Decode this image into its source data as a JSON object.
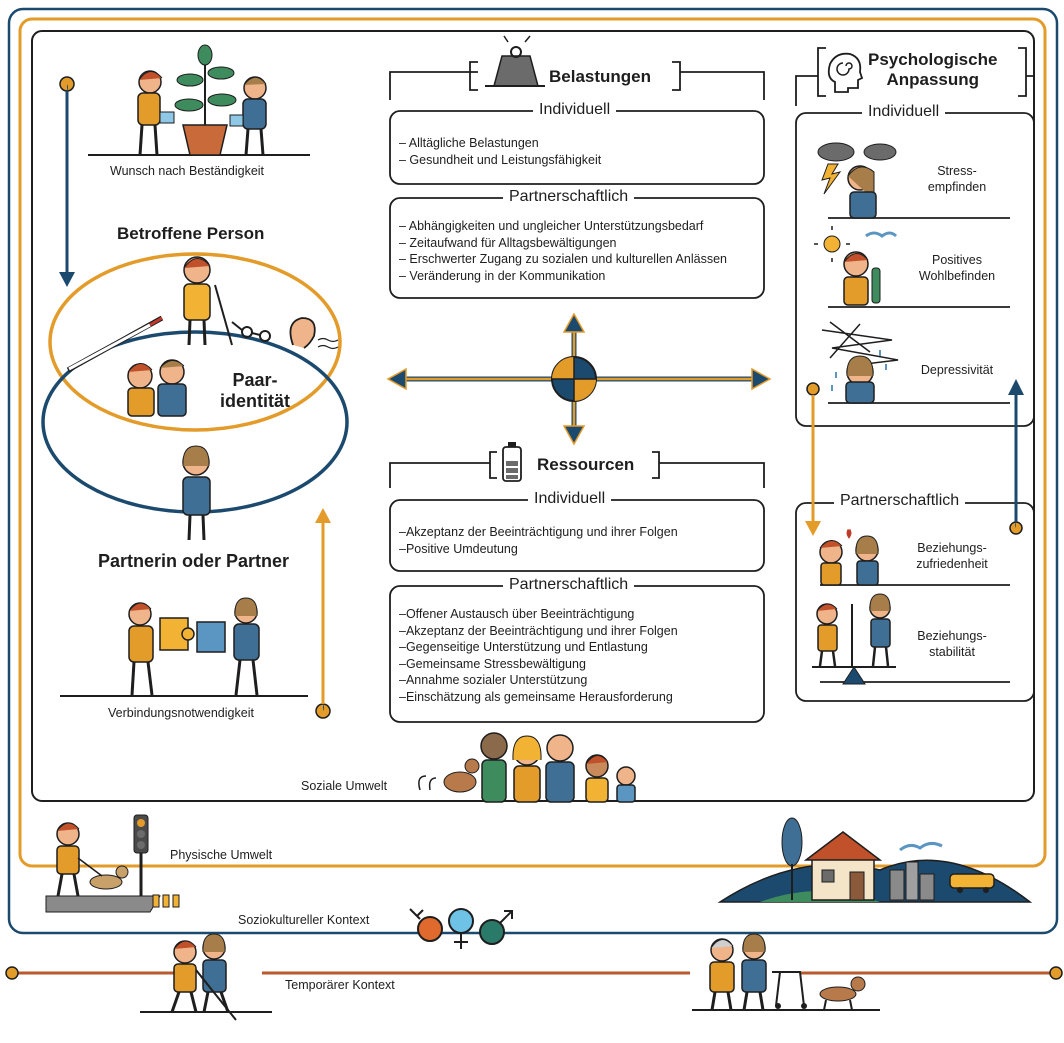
{
  "colors": {
    "orange": "#e39b2a",
    "navy": "#1c4a6e",
    "rust": "#b85a2e",
    "dark": "#1e1e1e"
  },
  "left": {
    "wunsch": "Wunsch nach Beständigkeit",
    "betroffene": "Betroffene Person",
    "paar_line1": "Paar-",
    "paar_line2": "identität",
    "partner": "Partnerin oder Partner",
    "verbindung": "Verbindungsnotwendigkeit"
  },
  "belastungen": {
    "title": "Belastungen",
    "individuell": {
      "heading": "Individuell",
      "items": [
        "– Alltägliche Belastungen",
        "– Gesundheit und Leistungsfähigkeit"
      ]
    },
    "partnerschaftlich": {
      "heading": "Partnerschaftlich",
      "items": [
        "– Abhängigkeiten und ungleicher Unterstützungsbedarf",
        "– Zeitaufwand für Alltagsbewältigungen",
        "– Erschwerter Zugang zu sozialen und kulturellen Anlässen",
        "– Veränderung in der Kommunikation"
      ]
    }
  },
  "ressourcen": {
    "title": "Ressourcen",
    "individuell": {
      "heading": "Individuell",
      "items": [
        "–Akzeptanz der Beeinträchtigung und ihrer Folgen",
        "–Positive Umdeutung"
      ]
    },
    "partnerschaftlich": {
      "heading": "Partnerschaftlich",
      "items": [
        "–Offener Austausch über Beeinträchtigung",
        "–Akzeptanz der Beeinträchtigung und ihrer Folgen",
        "–Gegenseitige Unterstützung und Entlastung",
        "–Gemeinsame Stressbewältigung",
        "–Annahme sozialer Unterstützung",
        "–Einschätzung als gemeinsame Herausforderung"
      ]
    }
  },
  "psych": {
    "title_line1": "Psychologische",
    "title_line2": "Anpassung",
    "individuell": {
      "heading": "Individuell",
      "items": [
        {
          "line1": "Stress-",
          "line2": "empfinden"
        },
        {
          "line1": "Positives",
          "line2": "Wohlbefinden"
        },
        {
          "line1": "Depressivität",
          "line2": ""
        }
      ]
    },
    "partnerschaftlich": {
      "heading": "Partnerschaftlich",
      "items": [
        {
          "line1": "Beziehungs-",
          "line2": "zufriedenheit"
        },
        {
          "line1": "Beziehungs-",
          "line2": "stabilität"
        }
      ]
    }
  },
  "contexts": {
    "sozial": "Soziale Umwelt",
    "physisch": "Physische Umwelt",
    "soziokulturell": "Soziokultureller Kontext",
    "temporaer": "Temporärer Kontext"
  }
}
